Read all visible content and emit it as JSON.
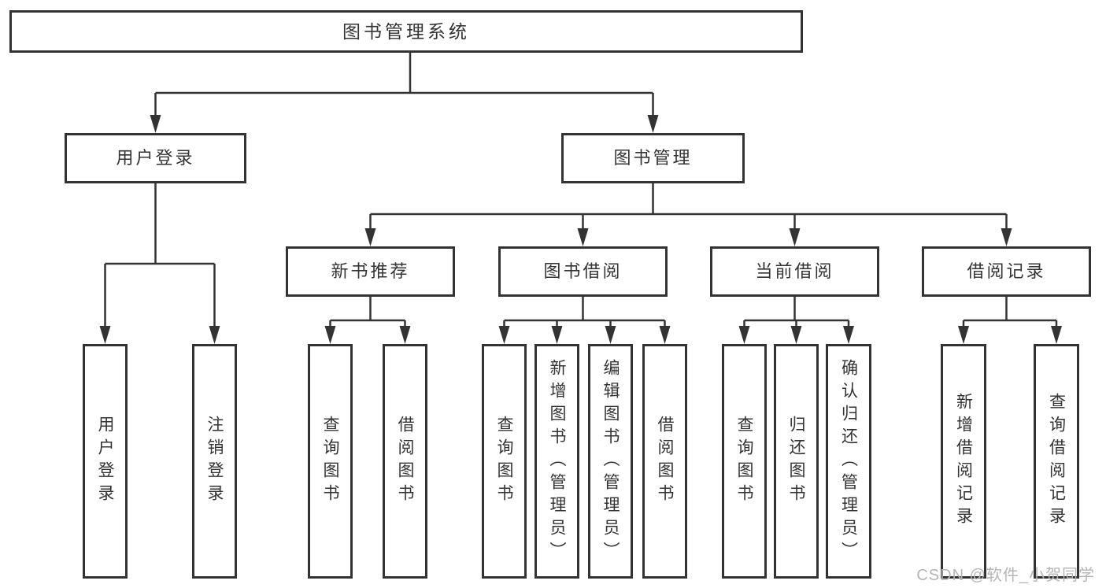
{
  "tree": {
    "root": "图书管理系统",
    "children": [
      {
        "label": "用户登录",
        "children": [
          {
            "label": "用户登录"
          },
          {
            "label": "注销登录"
          }
        ]
      },
      {
        "label": "图书管理",
        "children": [
          {
            "label": "新书推荐",
            "children": [
              {
                "label": "查询图书"
              },
              {
                "label": "借阅图书"
              }
            ]
          },
          {
            "label": "图书借阅",
            "children": [
              {
                "label": "查询图书"
              },
              {
                "label": "新增图书（管理员）"
              },
              {
                "label": "编辑图书（管理员）"
              },
              {
                "label": "借阅图书"
              }
            ]
          },
          {
            "label": "当前借阅",
            "children": [
              {
                "label": "查询图书"
              },
              {
                "label": "归还图书"
              },
              {
                "label": "确认归还（管理员）"
              }
            ]
          },
          {
            "label": "借阅记录",
            "children": [
              {
                "label": "新增借阅记录"
              },
              {
                "label": "查询借阅记录"
              }
            ]
          }
        ]
      }
    ]
  },
  "watermark": "CSDN @软件_小贺同学",
  "colors": {
    "line": "#333333",
    "box_border": "#333333",
    "text": "#333333",
    "watermark": "#b5b5b5",
    "background": "#ffffff"
  }
}
